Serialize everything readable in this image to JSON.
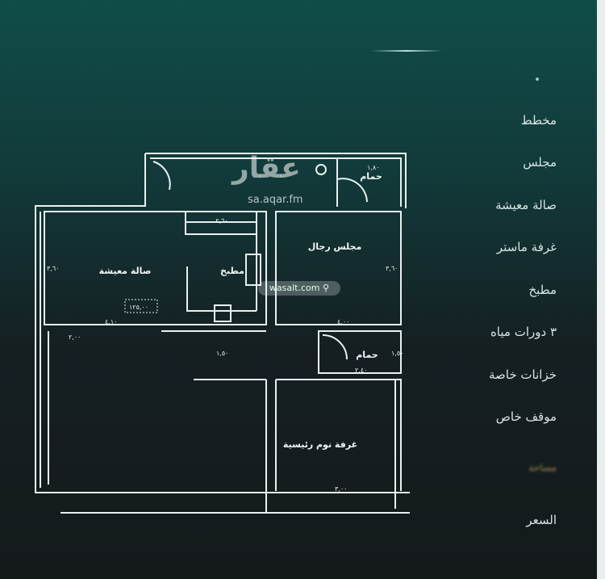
{
  "features": [
    {
      "label": "مخطط"
    },
    {
      "label": "مجلس"
    },
    {
      "label": "صالة معيشة"
    },
    {
      "label": "غرفة ماستر"
    },
    {
      "label": "مطبخ"
    },
    {
      "label": "٣ دورات مياه"
    },
    {
      "label": "خزانات خاصة"
    },
    {
      "label": "موقف خاص"
    }
  ],
  "blurred_label": "مساحة",
  "price_label": "السعر",
  "plan": {
    "rooms": {
      "living": "صالة معيشة",
      "kitchen": "مطبخ",
      "majlis": "مجلس رجال",
      "bath_top": "حمام",
      "bath_right": "حمام",
      "master": "غرفة نوم رئيسية"
    },
    "dims": {
      "top_bath": "١,٨٠",
      "kitchen": "٢,٦٠",
      "living_w": "٤,١٠",
      "living_h": "٣,٦٠",
      "majlis_w": "٤,٠٠",
      "majlis_h": "٣,٦٠",
      "bath_w": "٢,٤٠",
      "bath_h": "١,٥٠",
      "corridor": "١,٥٠",
      "left": "٢,٠٠",
      "master_w": "٣,٠٠",
      "area": "١٢٥,٠٠"
    }
  },
  "watermarks": {
    "aqar_logo": "عقار",
    "aqar_url": "sa.aqar.fm",
    "wasalt": "wasalt.com"
  }
}
